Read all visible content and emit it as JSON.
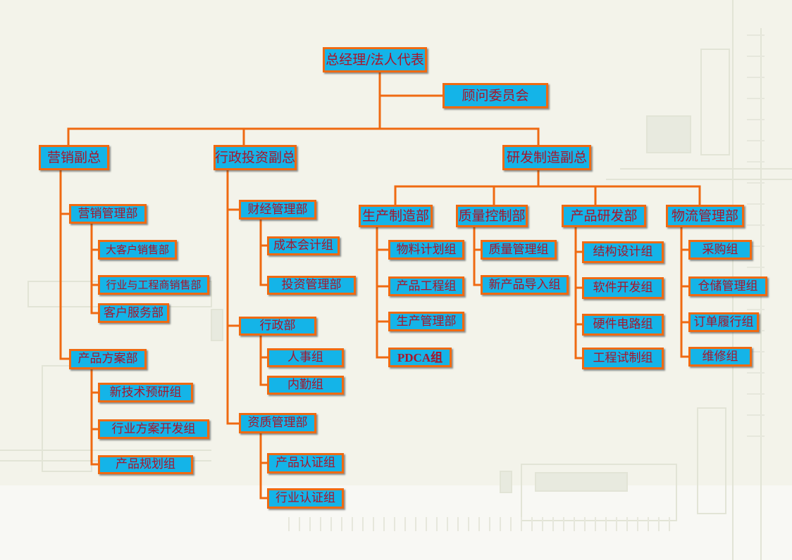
{
  "org": {
    "ceo": "总经理/法人代表",
    "advisory": "顾问委员会",
    "vp_marketing": "营销副总",
    "vp_admin": "行政投资副总",
    "vp_rd": "研发制造副总",
    "marketing": {
      "mgmt_dept": "营销管理部",
      "key_accounts": "大客户销售部",
      "industry_sales": "行业与工程商销售部",
      "customer_service": "客户服务部",
      "solutions_dept": "产品方案部",
      "new_tech": "新技术预研组",
      "industry_solution": "行业方案开发组",
      "product_planning": "产品规划组"
    },
    "admin": {
      "finance_dept": "财经管理部",
      "cost_accounting": "成本会计组",
      "investment": "投资管理部",
      "admin_dept": "行政部",
      "hr": "人事组",
      "logistics_internal": "内勤组",
      "qualification_dept": "资质管理部",
      "product_cert": "产品认证组",
      "industry_cert": "行业认证组"
    },
    "rd": {
      "production_dept": "生产制造部",
      "material_plan": "物料计划组",
      "product_eng": "产品工程组",
      "production_mgmt": "生产管理部",
      "pdca": "PDCA组",
      "quality_dept": "质量控制部",
      "quality_mgmt": "质量管理组",
      "npi": "新产品导入组",
      "product_dev_dept": "产品研发部",
      "structure": "结构设计组",
      "software": "软件开发组",
      "hardware": "硬件电路组",
      "eng_trial": "工程试制组",
      "logistics_dept": "物流管理部",
      "purchasing": "采购组",
      "warehouse": "仓储管理组",
      "order_fulfill": "订单履行组",
      "repair": "维修组"
    }
  },
  "colors": {
    "box_fill": "#14b4e8",
    "box_border": "#ef6a12",
    "text": "#a8152a",
    "connector": "#ef6a12"
  }
}
